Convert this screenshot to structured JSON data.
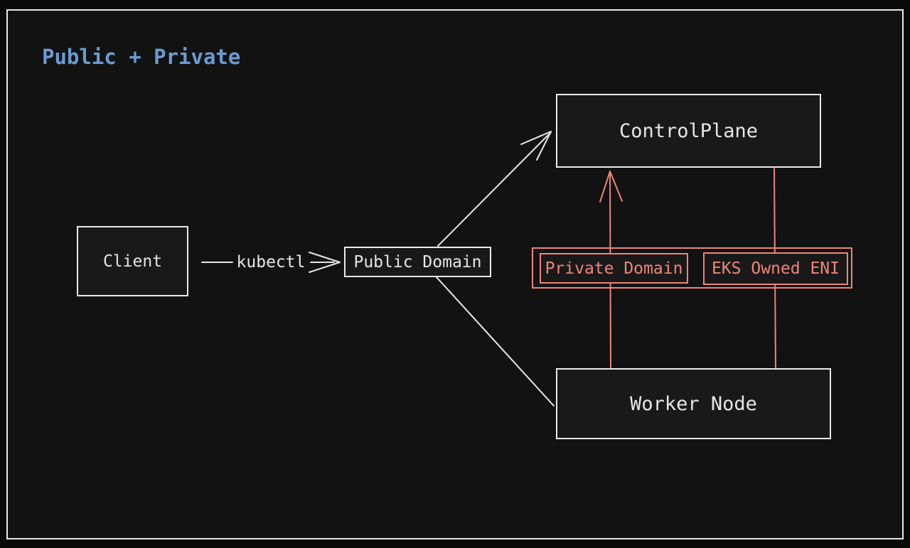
{
  "title": "Public + Private",
  "colors": {
    "outer_background": "#0a0a0a",
    "canvas_background": "#121212",
    "box_fill": "#191919",
    "stroke_white": "#e8e8e8",
    "accent_blue": "#6b9bd2",
    "accent_red": "#ef8577"
  },
  "nodes": {
    "client": {
      "label": "Client"
    },
    "public_domain": {
      "label": "Public Domain"
    },
    "control_plane": {
      "label": "ControlPlane"
    },
    "worker_node": {
      "label": "Worker Node"
    },
    "private_domain": {
      "label": "Private Domain"
    },
    "eks_owned_eni": {
      "label": "EKS Owned ENI"
    }
  },
  "edges": {
    "kubectl_label": "kubectl"
  }
}
